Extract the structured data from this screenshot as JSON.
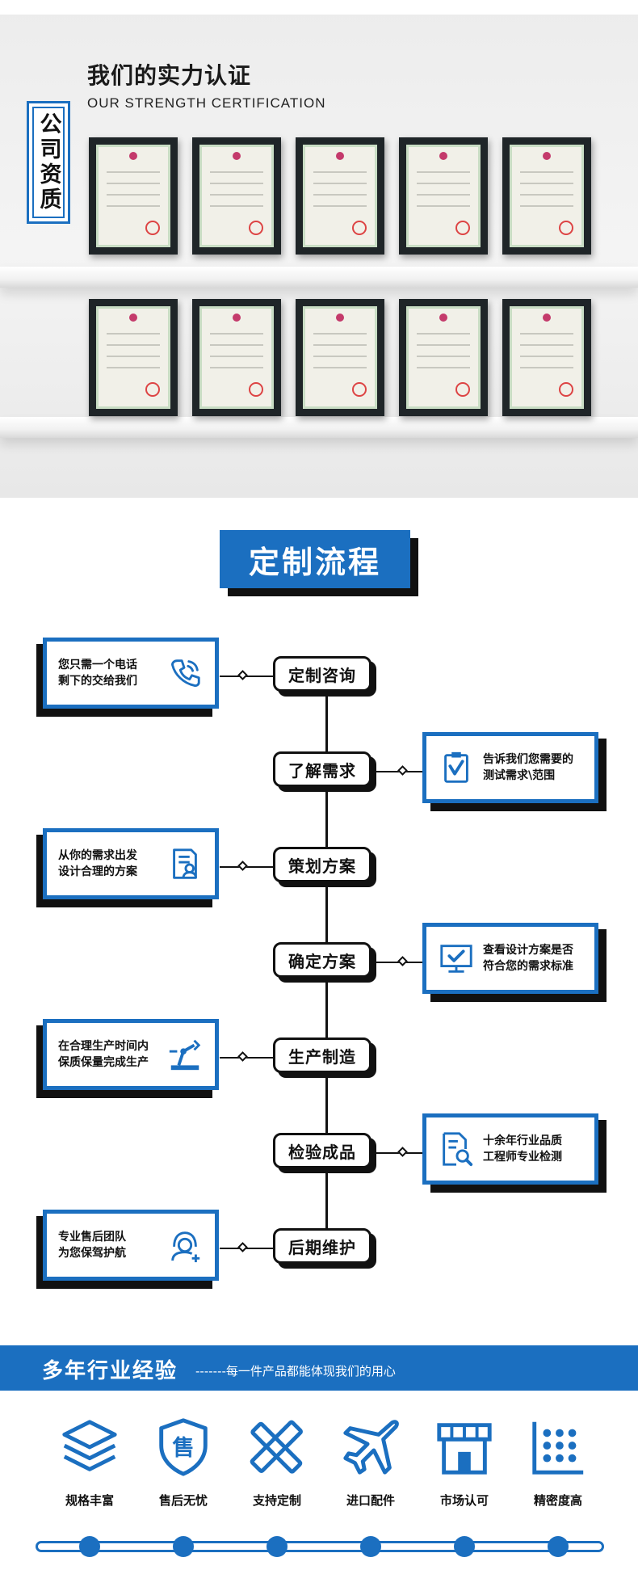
{
  "certification": {
    "title": "我们的实力认证",
    "subtitle": "OUR STRENGTH CERTIFICATION",
    "badge": "公司资质",
    "certificate_count": 10
  },
  "process": {
    "title": "定制流程",
    "steps": [
      {
        "label": "定制咨询",
        "card_side": "left",
        "card_text": [
          "您只需一个电话",
          "剩下的交给我们"
        ],
        "icon": "phone-icon"
      },
      {
        "label": "了解需求",
        "card_side": "right",
        "card_text": [
          "告诉我们您需要的",
          "测试需求\\范围"
        ],
        "icon": "clipboard-check-icon"
      },
      {
        "label": "策划方案",
        "card_side": "left",
        "card_text": [
          "从你的需求出发",
          "设计合理的方案"
        ],
        "icon": "document-user-icon"
      },
      {
        "label": "确定方案",
        "card_side": "right",
        "card_text": [
          "查看设计方案是否",
          "符合您的需求标准"
        ],
        "icon": "monitor-check-icon"
      },
      {
        "label": "生产制造",
        "card_side": "left",
        "card_text": [
          "在合理生产时间内",
          "保质保量完成生产"
        ],
        "icon": "robot-arm-icon"
      },
      {
        "label": "检验成品",
        "card_side": "right",
        "card_text": [
          "十余年行业品质",
          "工程师专业检测"
        ],
        "icon": "document-search-icon"
      },
      {
        "label": "后期维护",
        "card_side": "left",
        "card_text": [
          "专业售后团队",
          "为您保驾护航"
        ],
        "icon": "support-headset-icon"
      }
    ]
  },
  "experience": {
    "title": "多年行业经验",
    "subtitle": "-------每一件产品都能体现我们的用心",
    "features": [
      {
        "label": "规格丰富",
        "icon": "layers-icon"
      },
      {
        "label": "售后无忧",
        "icon": "shield-shou-icon"
      },
      {
        "label": "支持定制",
        "icon": "ruler-pencil-icon"
      },
      {
        "label": "进口配件",
        "icon": "airplane-icon"
      },
      {
        "label": "市场认可",
        "icon": "storefront-icon"
      },
      {
        "label": "精密度高",
        "icon": "precision-grid-icon"
      }
    ]
  },
  "colors": {
    "accent": "#1b6fc0",
    "dark": "#111111"
  }
}
